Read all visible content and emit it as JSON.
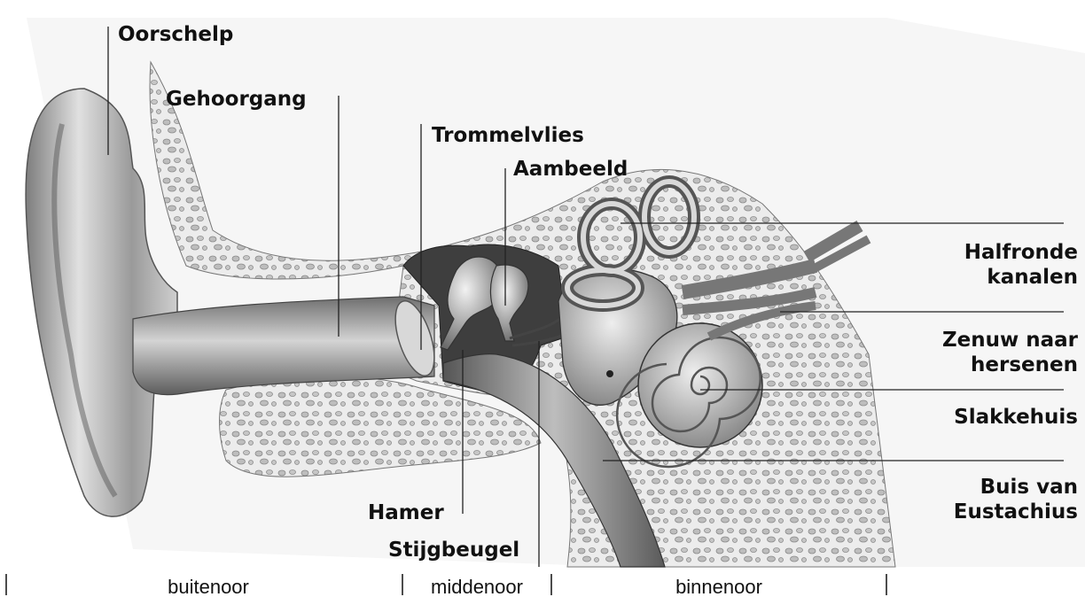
{
  "labels": {
    "oorschelp": "Oorschelp",
    "gehoorgang": "Gehoorgang",
    "trommelvlies": "Trommelvlies",
    "aambeeld": "Aambeeld",
    "halfronde_1": "Halfronde",
    "halfronde_2": "kanalen",
    "zenuw_1": "Zenuw naar",
    "zenuw_2": "hersenen",
    "slakkehuis": "Slakkehuis",
    "buis_1": "Buis van",
    "buis_2": "Eustachius",
    "hamer": "Hamer",
    "stijgbeugel": "Stijgbeugel"
  },
  "sections": {
    "buitenoor": "buitenoor",
    "middenoor": "middenoor",
    "binnenoor": "binnenoor"
  }
}
